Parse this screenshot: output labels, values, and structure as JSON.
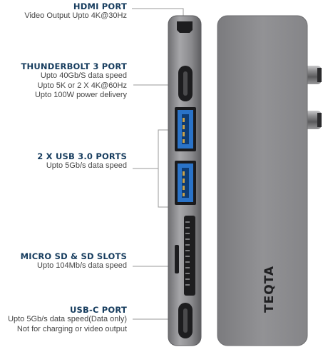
{
  "callouts": [
    {
      "id": "hdmi",
      "title": "HDMI PORT",
      "lines": [
        "Video Output Upto 4K@30Hz"
      ]
    },
    {
      "id": "thunderbolt",
      "title": "THUNDERBOLT 3 PORT",
      "lines": [
        "Upto 40Gb/S data speed",
        "Upto 5K or 2 X 4K@60Hz",
        "Upto 100W power delivery"
      ]
    },
    {
      "id": "usb3",
      "title": "2 X USB 3.0 PORTS",
      "lines": [
        "Upto 5Gb/s data speed"
      ]
    },
    {
      "id": "sd",
      "title": "MICRO SD & SD SLOTS",
      "lines": [
        "Upto 104Mb/s data speed"
      ]
    },
    {
      "id": "usbc",
      "title": "USB-C PORT",
      "lines": [
        "Upto 5Gb/s data speed(Data only)",
        "Not for charging or video output"
      ]
    }
  ],
  "product": {
    "brand": "TEQTA"
  },
  "colors": {
    "title": "#163c5e",
    "body": "#444444",
    "hub_face": "#8c8c8e",
    "usb_blue": "#2a73c8"
  }
}
